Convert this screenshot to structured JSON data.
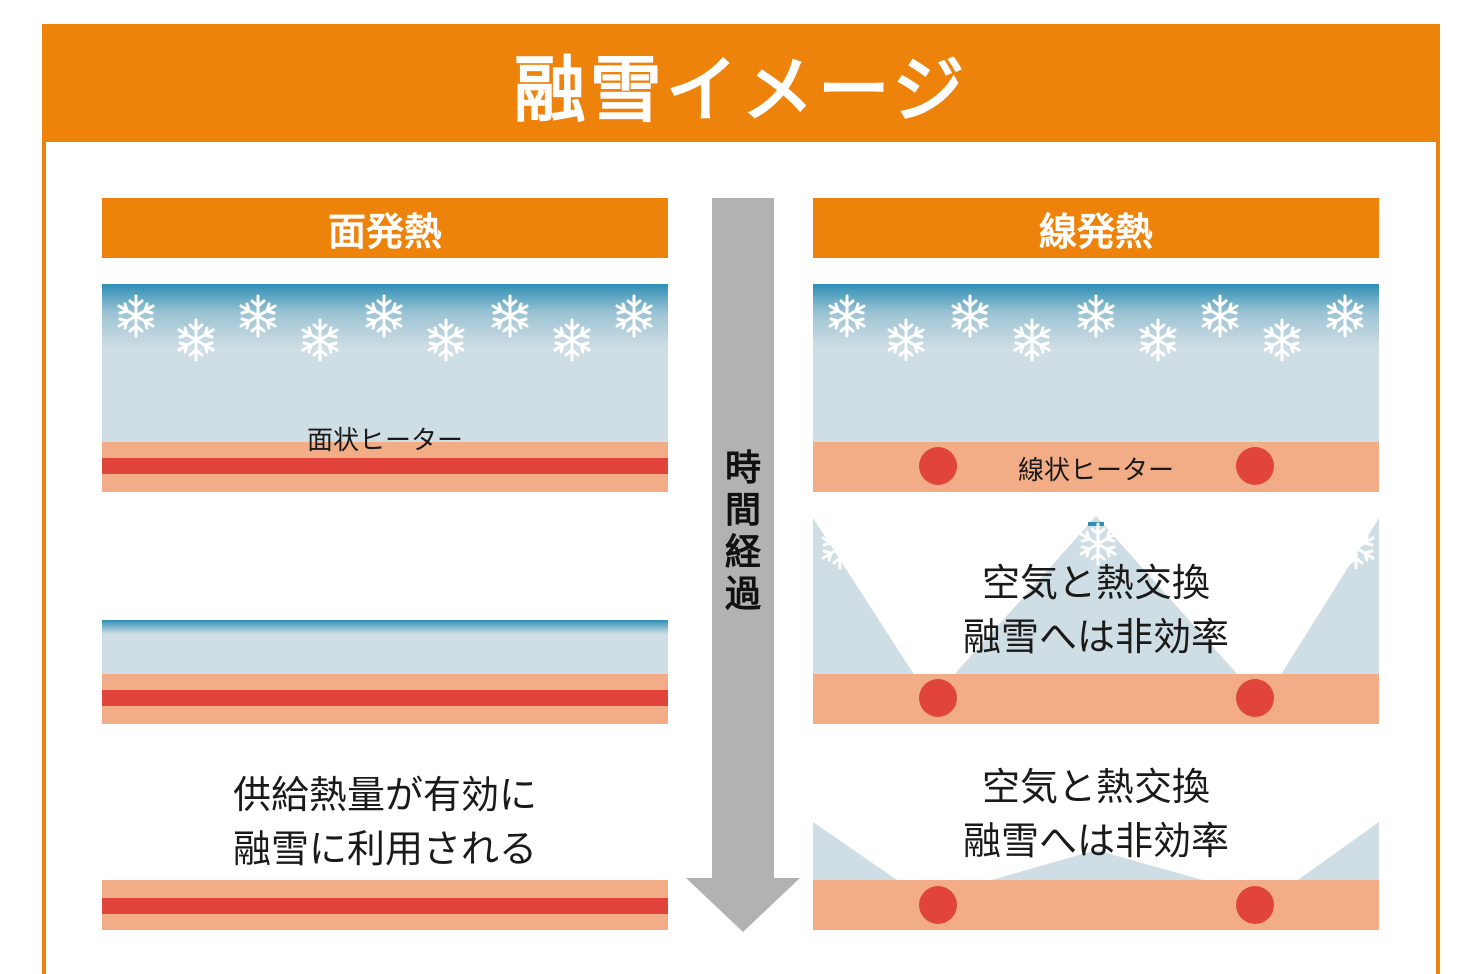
{
  "title": "融雪イメージ",
  "left_column": {
    "header": "面発熱",
    "heater_label": "面状ヒーター",
    "message_line1": "供給熱量が有効に",
    "message_line2": "融雪に利用される"
  },
  "right_column": {
    "header": "線発熱",
    "heater_label": "線状ヒーター",
    "message_a_line1": "空気と熱交換",
    "message_a_line2": "融雪へは非効率",
    "message_b_line1": "空気と熱交換",
    "message_b_line2": "融雪へは非効率"
  },
  "time_arrow": {
    "chars": [
      "時",
      "間",
      "経",
      "過"
    ]
  },
  "colors": {
    "accent": "#ee830c",
    "snow": "#cfdde4",
    "snow_top": "#2f8fb5",
    "ground": "#f2ad87",
    "heater": "#e0443a",
    "arrow": "#b2b2b2"
  }
}
